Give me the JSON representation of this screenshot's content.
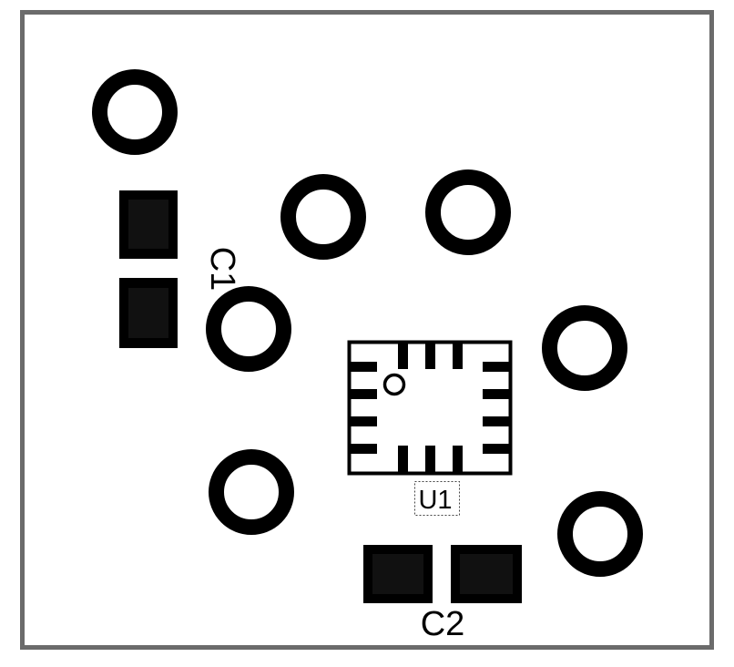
{
  "board": {
    "outline_color": "#6b6b6b",
    "copper_color": "#000000",
    "background_color": "#ffffff"
  },
  "designators": {
    "c1": "C1",
    "c2": "C2",
    "u1": "U1"
  },
  "vias": [
    {
      "name": "via-1"
    },
    {
      "name": "via-2"
    },
    {
      "name": "via-3"
    },
    {
      "name": "via-4"
    },
    {
      "name": "via-5"
    },
    {
      "name": "via-6"
    },
    {
      "name": "via-7"
    }
  ]
}
